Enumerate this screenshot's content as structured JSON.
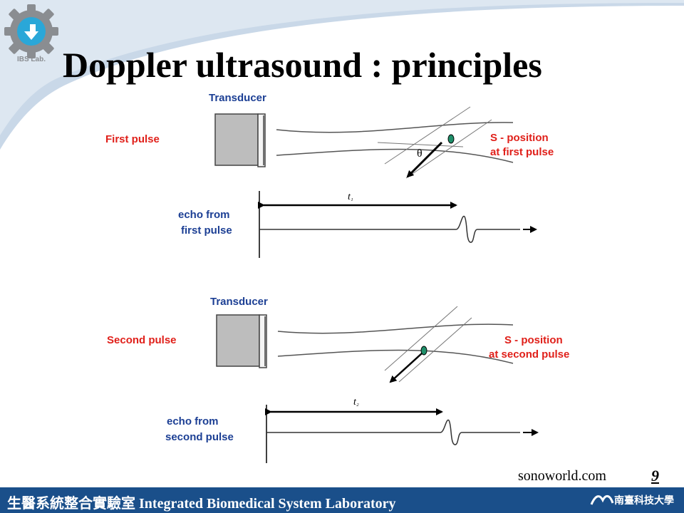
{
  "title": "Doppler ultrasound : principles",
  "logo": {
    "text": "IBS Lab."
  },
  "diagram": {
    "panel1": {
      "transducer_label": "Transducer",
      "pulse_label": "First pulse",
      "position_label_line1": "S - position",
      "position_label_line2": "at first pulse",
      "angle_symbol": "θ",
      "echo_label_line1": "echo from",
      "echo_label_line2": "first pulse",
      "time_label": "t",
      "time_subscript": "₁"
    },
    "panel2": {
      "transducer_label": "Transducer",
      "pulse_label": "Second pulse",
      "position_label_line1": "S - position",
      "position_label_line2": "at second pulse",
      "echo_label_line1": "echo from",
      "echo_label_line2": "second pulse",
      "time_label": "t",
      "time_subscript": "₂"
    }
  },
  "credit": "sonoworld.com",
  "page_number": "9",
  "footer": {
    "chinese": "生醫系統整合實驗室",
    "english": "Integrated Biomedical System Laboratory",
    "university_logo_text": "南臺科技大學"
  },
  "colors": {
    "accent_red": "#e0201a",
    "label_blue": "#1c3f94",
    "footer_blue": "#1a4f8a",
    "cell_green": "#1f8f6a"
  }
}
